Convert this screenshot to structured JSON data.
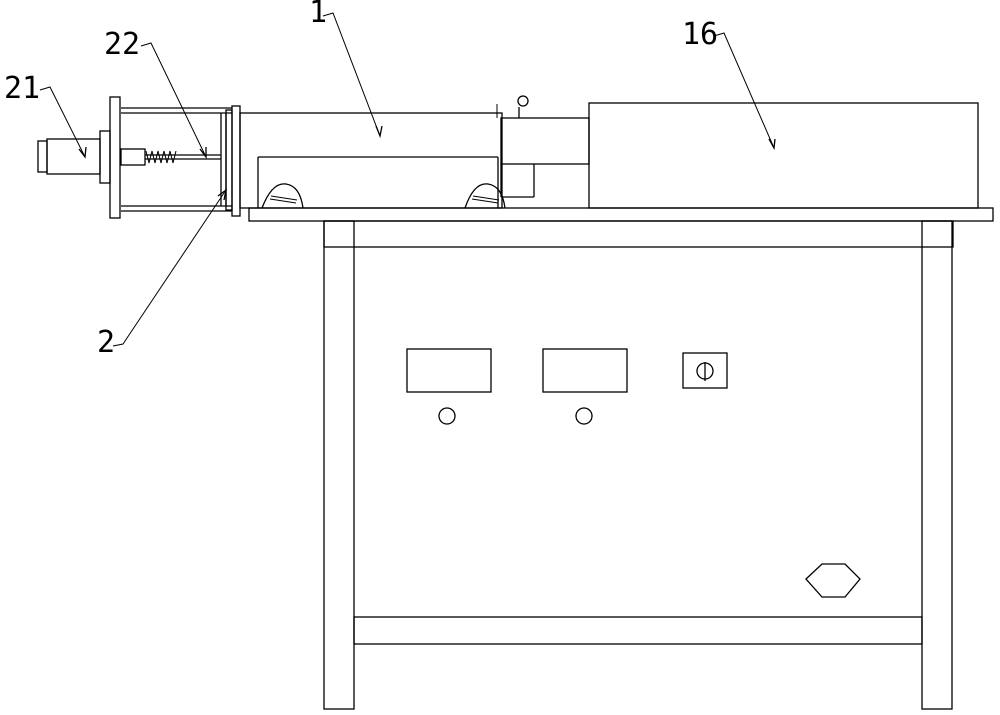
{
  "labels": {
    "l1": "1",
    "l2": "2",
    "l16": "16",
    "l21": "21",
    "l22": "22"
  }
}
